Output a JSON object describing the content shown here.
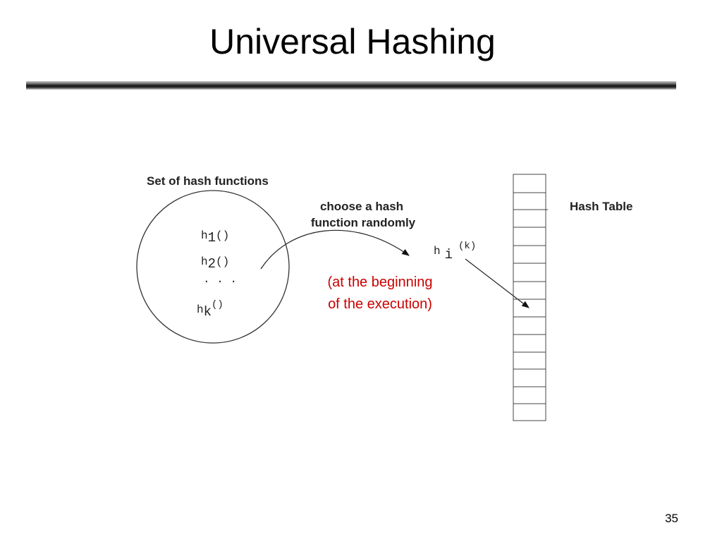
{
  "slide": {
    "title": "Universal Hashing",
    "page_number": "35"
  },
  "diagram": {
    "set_label": "Set of hash functions",
    "functions": [
      {
        "base": "h",
        "sub": "1",
        "suffix": "()"
      },
      {
        "base": "h",
        "sub": "2",
        "suffix": "()"
      },
      {
        "ellipsis": ". . ."
      },
      {
        "base": "h",
        "sub": "k",
        "suffix": "()"
      }
    ],
    "choose_line1": "choose a hash",
    "choose_line2": "function randomly",
    "selected": {
      "base": "h",
      "sub": "i",
      "suffix": "(k)"
    },
    "note_line1": "(at the beginning",
    "note_line2": "of the execution)",
    "hash_table_label": "Hash Table",
    "colors": {
      "note": "#cc0000",
      "lines": "#222222"
    }
  }
}
